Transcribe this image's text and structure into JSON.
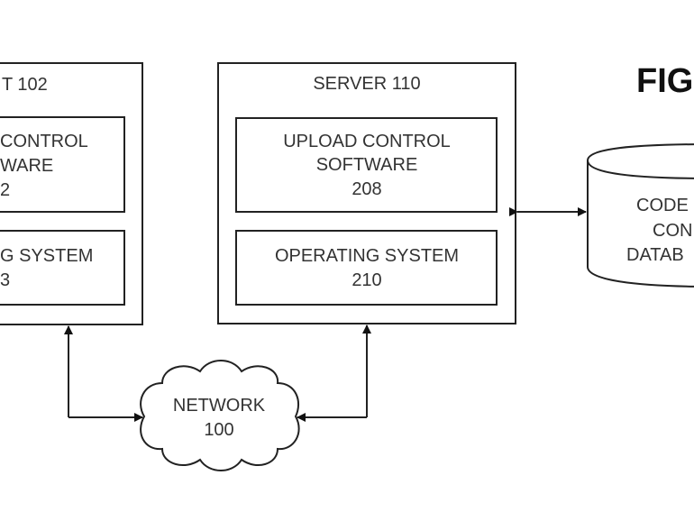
{
  "figure_label": "FIG",
  "client": {
    "title": "T  102",
    "upload_box": {
      "line1": "CONTROL",
      "line2": "WARE",
      "line3": "2"
    },
    "os_box": {
      "line1": "G SYSTEM",
      "line2": "3"
    }
  },
  "server": {
    "title": "SERVER 110",
    "upload_box": {
      "line1": "UPLOAD CONTROL",
      "line2": "SOFTWARE",
      "line3": "208"
    },
    "os_box": {
      "line1": "OPERATING SYSTEM",
      "line2": "210"
    }
  },
  "database": {
    "line1": "CODE",
    "line2": "CON",
    "line3": "DATAB"
  },
  "network": {
    "line1": "NETWORK",
    "line2": "100"
  }
}
